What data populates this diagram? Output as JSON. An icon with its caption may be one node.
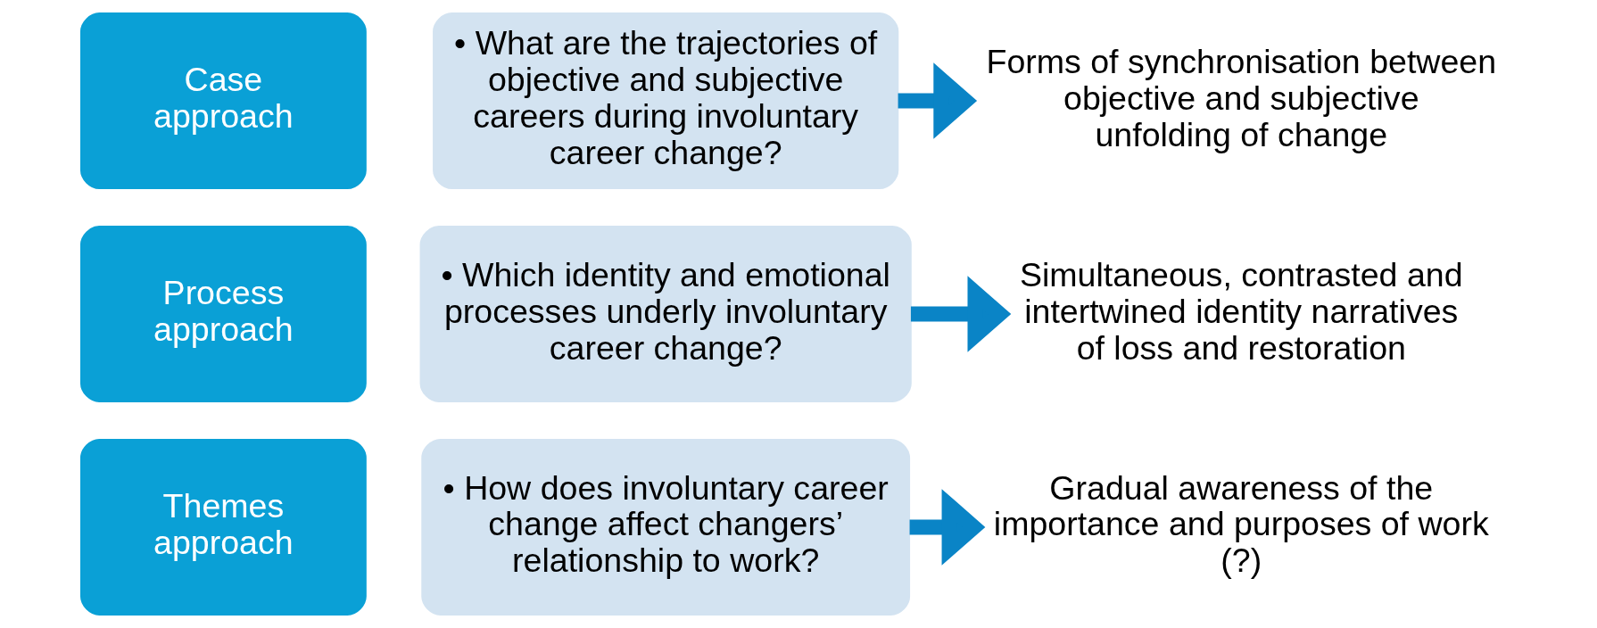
{
  "diagram": {
    "nodes": [
      {
        "text": [
          "Themes approach"
        ]
      },
      {
        "text": [
          "• How does involuntary career change affect changers’ relationship to work?"
        ]
      },
      {
        "text": [
          "Gradual awareness of the importance and purposes of work (?)"
        ]
      },
      {
        "text": [
          "Process approach"
        ]
      },
      {
        "text": [
          "• Which identity and emotional processes underly involuntary career change?"
        ]
      },
      {
        "text": [
          "Simultaneous, contrasted and intertwined identity narratives of loss and restoration"
        ]
      },
      {
        "text": [
          "Case approach"
        ]
      },
      {
        "text": [
          "• What are the trajectories of objective and subjective careers during involuntary career change?"
        ]
      },
      {
        "text": [
          "Forms of synchronisation between objective and subjective unfolding of change"
        ]
      }
    ],
    "edges": [
      {
        "from": 1,
        "to": 2,
        "arrow": "to"
      },
      {
        "from": 4,
        "to": 5,
        "arrow": "to"
      },
      {
        "from": 7,
        "to": 8,
        "arrow": "to"
      }
    ]
  }
}
